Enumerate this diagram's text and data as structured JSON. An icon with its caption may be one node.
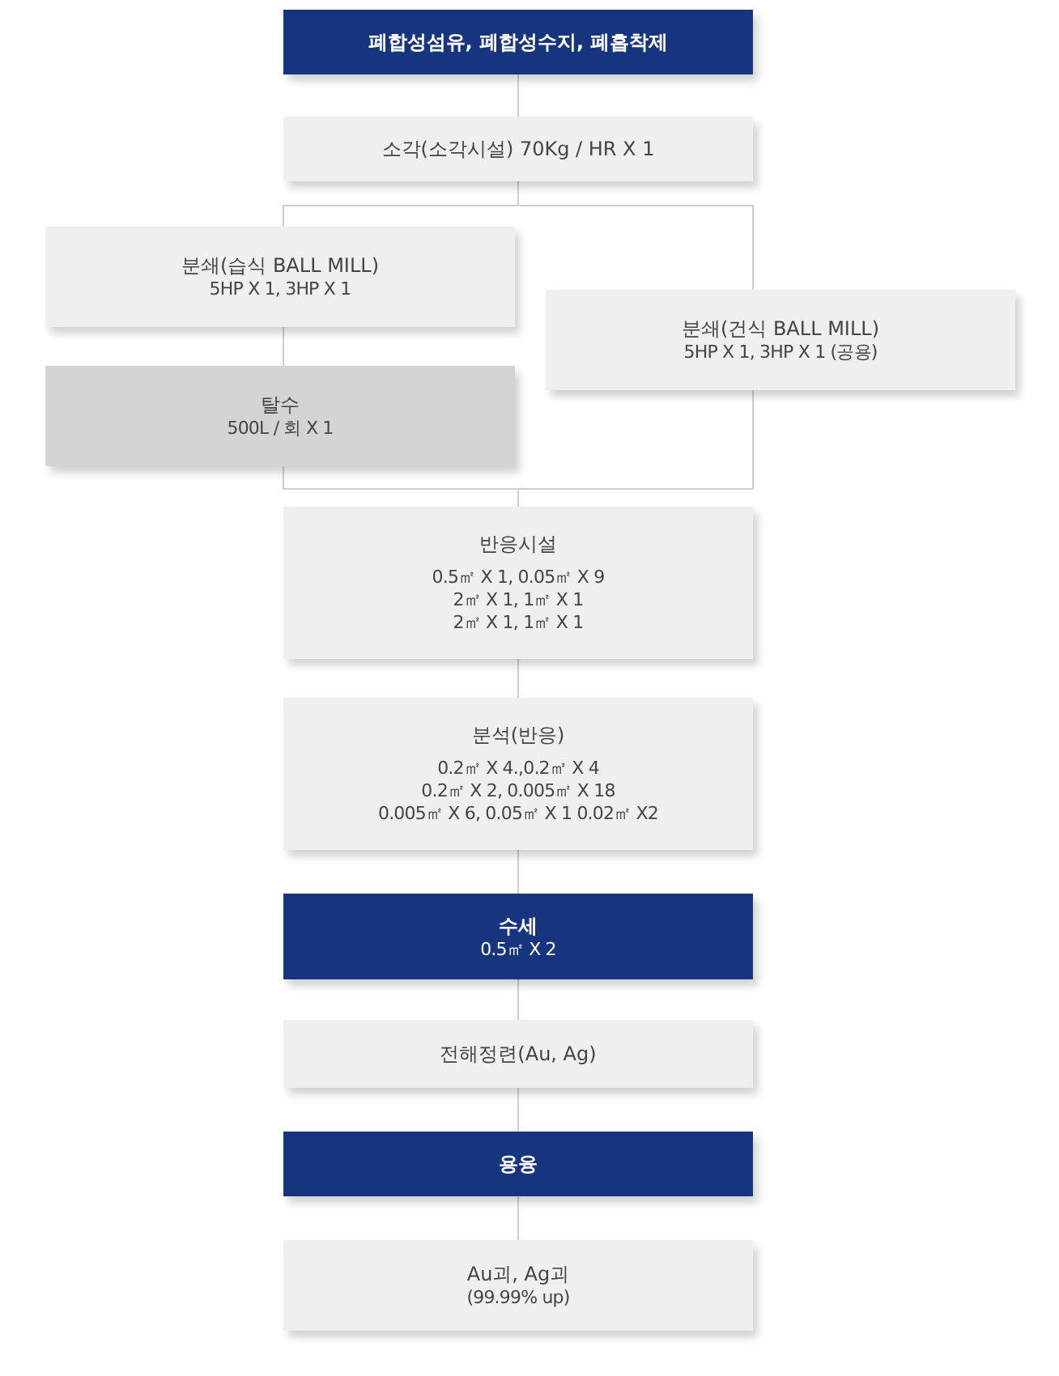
{
  "diagram": {
    "nodes": [
      {
        "text": [
          "폐합성섬유, 폐합성수지, 폐흡착제"
        ]
      },
      {
        "text": [
          "소각(소각시설) 70Kg / HR X 1"
        ]
      },
      {
        "text": [
          "분쇄(습식 BALL MILL)",
          "5HP X 1, 3HP X 1"
        ]
      },
      {
        "text": [
          "분쇄(건식 BALL MILL)",
          "5HP X 1, 3HP X 1 (공용)"
        ]
      },
      {
        "text": [
          "탈수",
          "500L / 회 X 1"
        ]
      },
      {
        "text": [
          "반응시설",
          "0.5㎡ X 1, 0.05㎡ X 9",
          "2㎡ X 1, 1㎡ X 1",
          "2㎡ X 1, 1㎡ X 1"
        ]
      },
      {
        "text": [
          "분석(반응)",
          "0.2㎡ X 4.,0.2㎡ X 4",
          "0.2㎡ X 2, 0.005㎡ X 18",
          "0.005㎡ X 6, 0.05㎡ X 1 0.02㎡ X2"
        ]
      },
      {
        "text": [
          "수세",
          "0.5㎡ X 2"
        ]
      },
      {
        "text": [
          "전해정련(Au, Ag)"
        ]
      },
      {
        "text": [
          "용융"
        ]
      },
      {
        "text": [
          "Au괴, Ag괴",
          "(99.99% up)"
        ]
      }
    ],
    "edges": [
      {
        "from": 0,
        "to": 1,
        "arrow": "none"
      },
      {
        "from": 1,
        "to": 2,
        "arrow": "none"
      },
      {
        "from": 1,
        "to": 3,
        "arrow": "none"
      },
      {
        "from": 2,
        "to": 4,
        "arrow": "none"
      },
      {
        "from": 4,
        "to": 5,
        "arrow": "none"
      },
      {
        "from": 3,
        "to": 5,
        "arrow": "none"
      },
      {
        "from": 5,
        "to": 6,
        "arrow": "none"
      },
      {
        "from": 6,
        "to": 7,
        "arrow": "none"
      },
      {
        "from": 7,
        "to": 8,
        "arrow": "none"
      },
      {
        "from": 8,
        "to": 9,
        "arrow": "none"
      },
      {
        "from": 9,
        "to": 10,
        "arrow": "none"
      }
    ]
  }
}
